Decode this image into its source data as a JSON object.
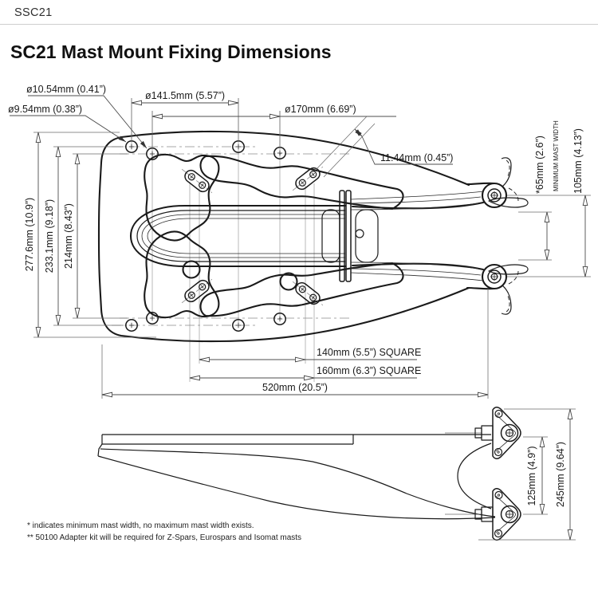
{
  "header": {
    "product_code": "SSC21",
    "title": "SC21 Mast Mount Fixing Dimensions"
  },
  "colors": {
    "ink": "#1a1a1a",
    "dimension_lines": "#4d4d4d"
  },
  "top_view": {
    "dim_hole_large": "ø10.54mm (0.41”)",
    "dim_hole_small": "ø9.54mm (0.38”)",
    "dim_bolt_circle_inner": "ø141.5mm (5.57”)",
    "dim_bolt_circle_outer": "ø170mm (6.69”)",
    "dim_slot_width": "11.44mm (0.45”)",
    "dim_mast_width_min": "*65mm (2.6”)",
    "mast_width_note": "MINIMUM MAST WIDTH",
    "dim_pivot_spacing": "105mm (4.13”)",
    "dim_overall_height": "277.6mm (10.9”)",
    "dim_hole_rows_outer": "233.1mm (9.18”)",
    "dim_hole_rows_inner": "214mm (8.43”)",
    "dim_square_inner": "140mm (5.5”) SQUARE",
    "dim_square_outer": "160mm (6.3”) SQUARE",
    "dim_overall_length": "520mm (20.5”)"
  },
  "side_view": {
    "dim_bracket_spacing": "125mm (4.9”)",
    "dim_overall_height": "245mm (9.64”)"
  },
  "footnotes": {
    "note1": "* indicates minimum mast width, no maximum mast width exists.",
    "note2": "** 50100 Adapter kit will be required for Z-Spars, Eurospars and Isomat masts"
  }
}
